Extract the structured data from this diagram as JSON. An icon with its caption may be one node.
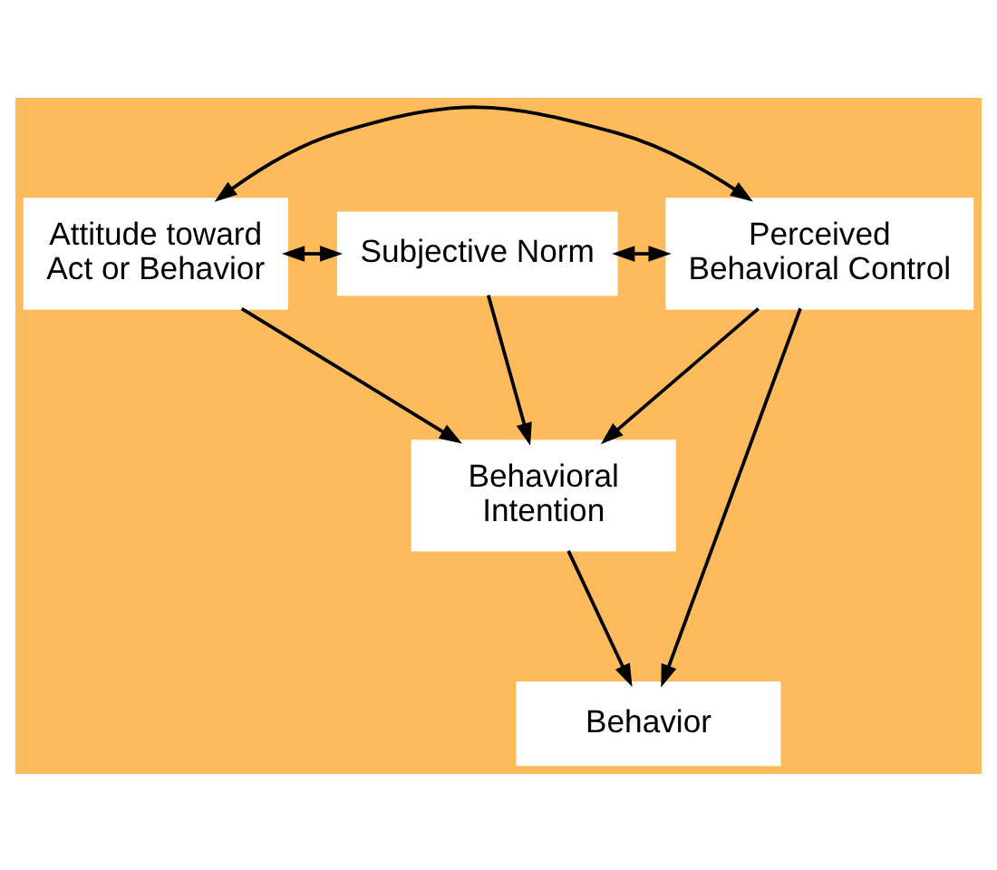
{
  "diagram": {
    "nodes": [
      {
        "text": [
          "Attitude toward Act or Behavior"
        ]
      },
      {
        "text": [
          "Subjective Norm"
        ]
      },
      {
        "text": [
          "Perceived Behavioral Control"
        ]
      },
      {
        "text": [
          "Behavioral Intention"
        ]
      },
      {
        "text": [
          "Behavior"
        ]
      }
    ],
    "edges": [
      {
        "from": 0,
        "to": 2,
        "arrow": "both"
      },
      {
        "from": 0,
        "to": 1,
        "arrow": "both"
      },
      {
        "from": 1,
        "to": 2,
        "arrow": "both"
      },
      {
        "from": 0,
        "to": 3,
        "arrow": "to"
      },
      {
        "from": 1,
        "to": 3,
        "arrow": "to"
      },
      {
        "from": 2,
        "to": 3,
        "arrow": "to"
      },
      {
        "from": 3,
        "to": 4,
        "arrow": "to"
      },
      {
        "from": 2,
        "to": 4,
        "arrow": "to"
      }
    ]
  }
}
